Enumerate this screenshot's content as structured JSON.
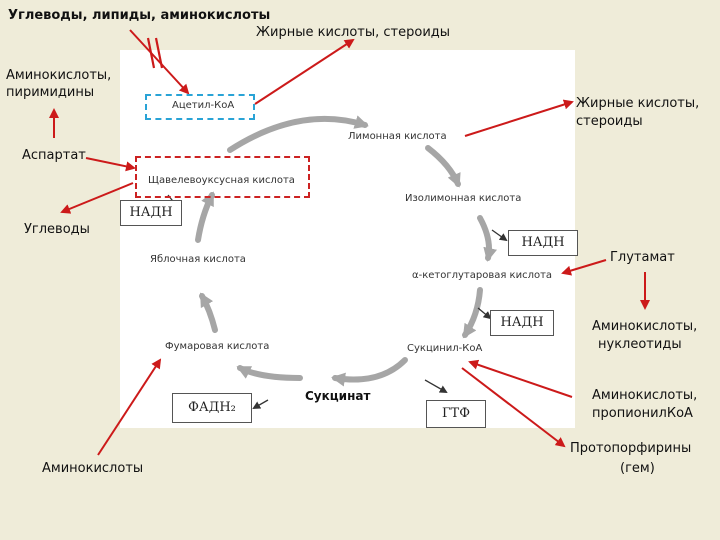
{
  "title": "Углеводы, липиды, аминокислоты",
  "labels": {
    "fatty_top": "Жирные кислоты, стероиды",
    "amino_pyr_1": "Аминокислоты,",
    "amino_pyr_2": "пиримидины",
    "aspartate": "Аспартат",
    "carbs": "Углеводы",
    "fatty_right_1": "Жирные кислоты,",
    "fatty_right_2": "стероиды",
    "glutamate": "Глутамат",
    "amino_nuc_1": "Аминокислоты,",
    "amino_nuc_2": "нуклеотиды",
    "amino_prop_1": "Аминокислоты,",
    "amino_prop_2": "пропионилКоА",
    "proto_1": "Протопорфирины",
    "proto_2": "(гем)",
    "amino_bottom": "Аминокислоты",
    "succinate": "Сукцинат"
  },
  "cycle": {
    "acetyl_coa": "Ацетил-КоА",
    "citrate": "Лимонная кислота",
    "oxaloacetate": "Щавелевоуксусная кислота",
    "isocitrate": "Изолимонная кислота",
    "malate": "Яблочная кислота",
    "akg": "α-кетоглутаровая кислота",
    "fumarate": "Фумаровая кислота",
    "succinyl_coa": "Сукцинил-КоА"
  },
  "cofactors": {
    "nadh_1": "НАДН",
    "nadh_2": "НАДН",
    "nadh_3": "НАДН",
    "fadh2": "ФАДН₂",
    "gtp": "ГТФ"
  },
  "colors": {
    "arrow_red": "#cc1a1a",
    "arrow_gray": "#a6a6a6",
    "acetyl_box": "#29a3d6",
    "oxaloacetate_box": "#cc2222",
    "background": "#efecd9"
  }
}
